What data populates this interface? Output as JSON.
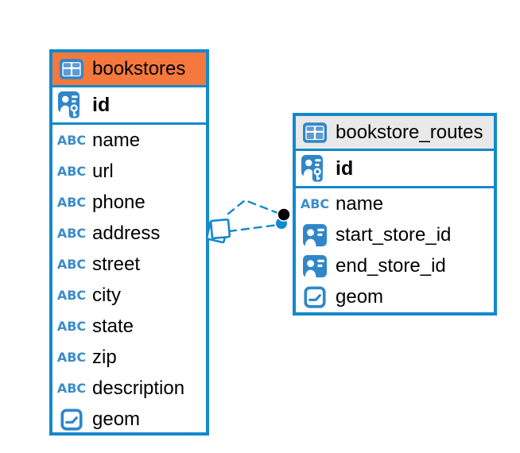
{
  "colors": {
    "accent_blue": "#1389CC",
    "icon_blue": "#2F87C9",
    "bookstores_header_bg": "#F5793C",
    "routes_header_bg": "#E9E9E9",
    "edge_dot_black": "#000000",
    "text": "#000000"
  },
  "icons": {
    "abc_label": "ABC"
  },
  "tables": [
    {
      "name": "bookstores",
      "icon": "table-icon",
      "pk": {
        "name": "id",
        "icon": "primary-key-column-icon"
      },
      "columns": [
        {
          "name": "name",
          "icon": "text-column-icon"
        },
        {
          "name": "url",
          "icon": "text-column-icon"
        },
        {
          "name": "phone",
          "icon": "text-column-icon"
        },
        {
          "name": "address",
          "icon": "text-column-icon"
        },
        {
          "name": "street",
          "icon": "text-column-icon"
        },
        {
          "name": "city",
          "icon": "text-column-icon"
        },
        {
          "name": "state",
          "icon": "text-column-icon"
        },
        {
          "name": "zip",
          "icon": "text-column-icon"
        },
        {
          "name": "description",
          "icon": "text-column-icon"
        },
        {
          "name": "geom",
          "icon": "geometry-column-icon"
        }
      ]
    },
    {
      "name": "bookstore_routes",
      "icon": "table-icon",
      "pk": {
        "name": "id",
        "icon": "primary-key-column-icon"
      },
      "columns": [
        {
          "name": "name",
          "icon": "text-column-icon"
        },
        {
          "name": "start_store_id",
          "icon": "reference-column-icon"
        },
        {
          "name": "end_store_id",
          "icon": "reference-column-icon"
        },
        {
          "name": "geom",
          "icon": "geometry-column-icon"
        }
      ]
    }
  ],
  "relationships": {
    "edge_count": 2,
    "edge_style": "dashed",
    "between": [
      "bookstores",
      "bookstore_routes"
    ]
  }
}
